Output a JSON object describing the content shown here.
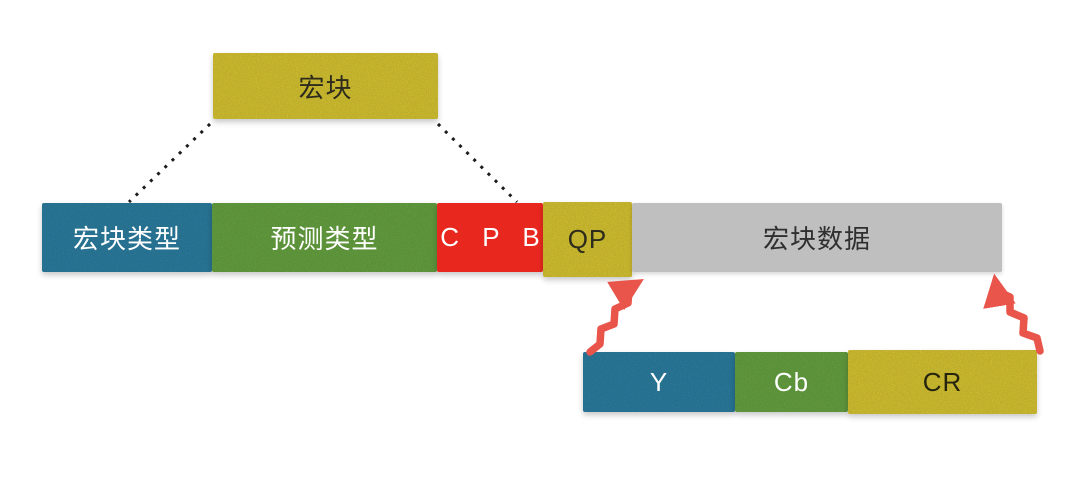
{
  "diagram": {
    "background_color": "#ffffff",
    "macroblock_box": {
      "label": "宏块",
      "color": "#e2cf34",
      "text_color": "#2d2c1c"
    },
    "structure_row": [
      {
        "label": "宏块类型",
        "color": "#2e84a8",
        "text_color": "#ffffff"
      },
      {
        "label": "预测类型",
        "color": "#6cab44",
        "text_color": "#ffffff"
      },
      {
        "label": "C P B",
        "color": "#e8281f",
        "text_color": "#ffffff"
      },
      {
        "label": "QP",
        "color": "#e2cf34",
        "text_color": "#2d2c1c"
      },
      {
        "label": "宏块数据",
        "color": "#bfbfbf",
        "text_color": "#2f2f2f"
      }
    ],
    "data_row": [
      {
        "label": "Y",
        "color": "#2e84a8",
        "text_color": "#ffffff"
      },
      {
        "label": "Cb",
        "color": "#6cab44",
        "text_color": "#ffffff"
      },
      {
        "label": "CR",
        "color": "#e2cf34",
        "text_color": "#25240f"
      }
    ],
    "connector_color": "#1c1c1c",
    "arrow_color": "#e9554b"
  }
}
